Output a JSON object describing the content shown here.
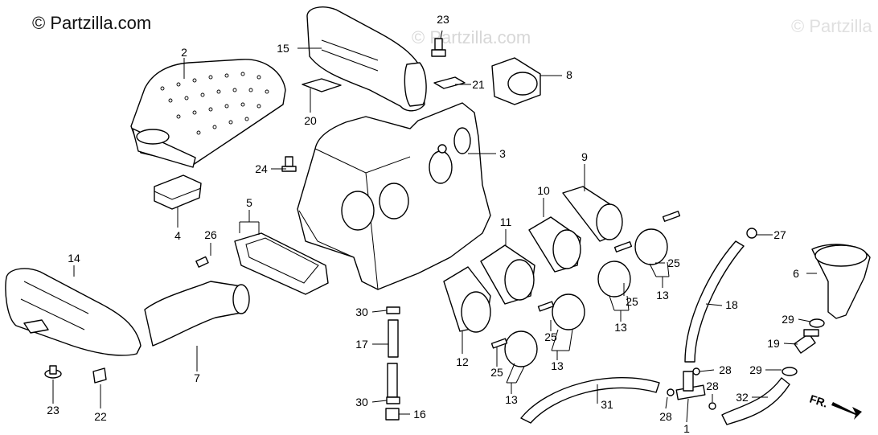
{
  "watermark": {
    "main": "© Partzilla.com",
    "faint_1": "© Partzilla.com",
    "faint_2": "© Partzilla"
  },
  "direction_label": "FR.",
  "callouts": [
    "1",
    "2",
    "3",
    "4",
    "5",
    "6",
    "7",
    "8",
    "9",
    "10",
    "11",
    "12",
    "13",
    "14",
    "15",
    "16",
    "17",
    "18",
    "19",
    "20",
    "21",
    "22",
    "23",
    "24",
    "25",
    "26",
    "27",
    "28",
    "29",
    "30",
    "31",
    "32"
  ]
}
